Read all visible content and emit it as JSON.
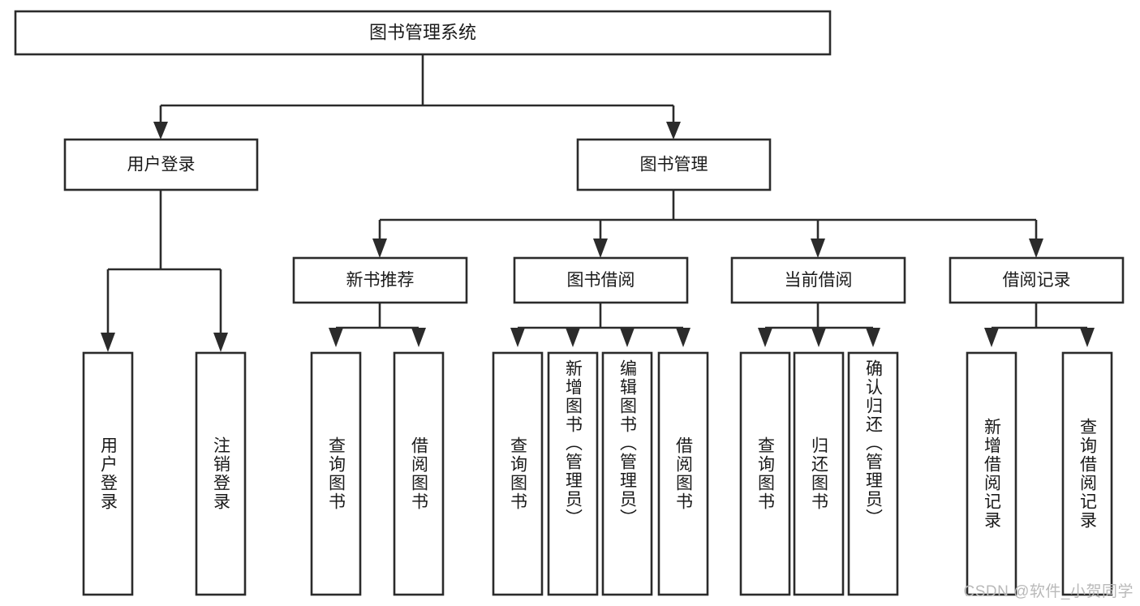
{
  "diagram": {
    "type": "tree",
    "title": "图书管理系统",
    "root": {
      "id": "root",
      "label": "图书管理系统",
      "orientation": "horizontal"
    },
    "level1": [
      {
        "id": "user-login",
        "label": "用户登录",
        "orientation": "horizontal"
      },
      {
        "id": "book-manage",
        "label": "图书管理",
        "orientation": "horizontal"
      }
    ],
    "level2": [
      {
        "id": "new-book-recommend",
        "label": "新书推荐",
        "orientation": "horizontal",
        "parent": "book-manage"
      },
      {
        "id": "book-borrow",
        "label": "图书借阅",
        "orientation": "horizontal",
        "parent": "book-manage"
      },
      {
        "id": "current-borrow",
        "label": "当前借阅",
        "orientation": "horizontal",
        "parent": "book-manage"
      },
      {
        "id": "borrow-record",
        "label": "借阅记录",
        "orientation": "horizontal",
        "parent": "book-manage"
      }
    ],
    "leaves": [
      {
        "id": "leaf-user-login",
        "label": "用户登录",
        "orientation": "vertical",
        "parent": "user-login"
      },
      {
        "id": "leaf-user-logout",
        "label": "注销登录",
        "orientation": "vertical",
        "parent": "user-login"
      },
      {
        "id": "leaf-query-book-1",
        "label": "查询图书",
        "orientation": "vertical",
        "parent": "new-book-recommend"
      },
      {
        "id": "leaf-borrow-book-1",
        "label": "借阅图书",
        "orientation": "vertical",
        "parent": "new-book-recommend"
      },
      {
        "id": "leaf-query-book-2",
        "label": "查询图书",
        "orientation": "vertical",
        "parent": "book-borrow"
      },
      {
        "id": "leaf-add-book",
        "label": "新增图书（管理员）",
        "orientation": "vertical",
        "parent": "book-borrow"
      },
      {
        "id": "leaf-edit-book",
        "label": "编辑图书（管理员）",
        "orientation": "vertical",
        "parent": "book-borrow"
      },
      {
        "id": "leaf-borrow-book-2",
        "label": "借阅图书",
        "orientation": "vertical",
        "parent": "book-borrow"
      },
      {
        "id": "leaf-query-book-3",
        "label": "查询图书",
        "orientation": "vertical",
        "parent": "current-borrow"
      },
      {
        "id": "leaf-return-book",
        "label": "归还图书",
        "orientation": "vertical",
        "parent": "current-borrow"
      },
      {
        "id": "leaf-confirm-return",
        "label": "确认归还（管理员）",
        "orientation": "vertical",
        "parent": "current-borrow"
      },
      {
        "id": "leaf-add-record",
        "label": "新增借阅记录",
        "orientation": "vertical",
        "parent": "borrow-record"
      },
      {
        "id": "leaf-query-record",
        "label": "查询借阅记录",
        "orientation": "vertical",
        "parent": "borrow-record"
      }
    ]
  },
  "watermark": {
    "text": "CSDN @软件_小贺同学"
  },
  "colors": {
    "line": "#2b2b2b",
    "box_fill": "#ffffff",
    "text": "#1a1a1a",
    "watermark": "#b9b9b9",
    "background": "#ffffff"
  }
}
